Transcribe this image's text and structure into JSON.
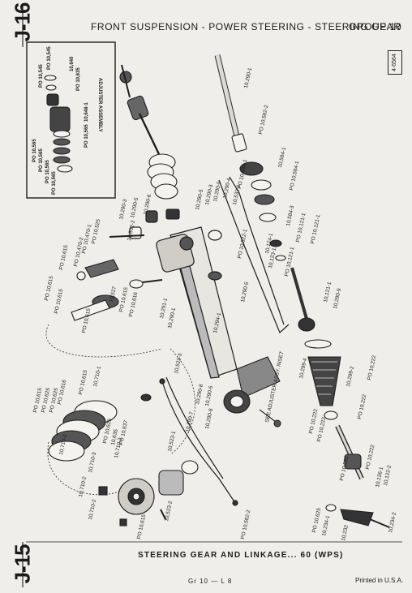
{
  "header": {
    "side_top": "J-16",
    "title": "FRONT SUSPENSION - POWER STEERING - STEERING GEAR",
    "group": "GROUP 10",
    "code": "4-6564"
  },
  "inset": {
    "title": "ADJUSTER ASSEMBLY",
    "labels": [
      "PO 10,545",
      "PO 10,545",
      "10,640",
      "PO 10,635",
      "10,648-1",
      "PO 10,565",
      "PO 10,565",
      "PO 10,565",
      "PO 10,565",
      "PO 10,565"
    ]
  },
  "callouts": [
    "10,290-1",
    "PO 10,582-2",
    "PO 10,584-1",
    "10,584-1",
    "PO 10,584-1",
    "10,584-3",
    "PO 10,121-1",
    "PO 10,121-1",
    "PO 10,121-1",
    "10,121-1",
    "10,123-1",
    "10,174-1",
    "10,290-3",
    "10,290-5",
    "10,290-6",
    "10,290-5",
    "10,290-3",
    "10,290-5",
    "10,290-4",
    "10,532-1",
    "10,532-2",
    "PO 10,522-1",
    "PO 10,525",
    "10,290-5",
    "10,290-9",
    "PO 10,615",
    "PO 10,470-2",
    "PO 10,470-1",
    "PO 10,615",
    "PO 10,615",
    "PO 10,615",
    "10,527",
    "PO 10,615",
    "PO 10,616",
    "10,291-1",
    "10,294-1",
    "10,290-1",
    "10,299-4",
    "10,299-2",
    "PO 10,222",
    "PO 10,222",
    "PO 10,222",
    "PO 10,222",
    "PO 10,222",
    "PO 10,222",
    "10,126-1",
    "10,122-2",
    "10,234-2",
    "10,232",
    "10,234-1",
    "PO 10,625",
    "PO 10,615",
    "PO 10,625",
    "PO 10,625",
    "PO 10,616",
    "PO 10,615",
    "10,710-1",
    "10,710-2",
    "10,710-3",
    "10,710-2",
    "10,710-2",
    "10,710-2",
    "PO 10,615",
    "PO 10,625",
    "10,635",
    "PO 10,637",
    "10,523-1",
    "10,523-2",
    "10,523-3",
    "10,290-7",
    "10,290-8",
    "PO 10,582-2",
    "10,290-8",
    "10,290-5",
    "SEE ADJUSTER ASSY. INSET"
  ],
  "caption": "STEERING GEAR AND LINKAGE... 60 (WPS)",
  "footer": {
    "side_bottom": "J-15",
    "center": "Gr 10 — L 8",
    "right": "Printed in U.S.A."
  }
}
